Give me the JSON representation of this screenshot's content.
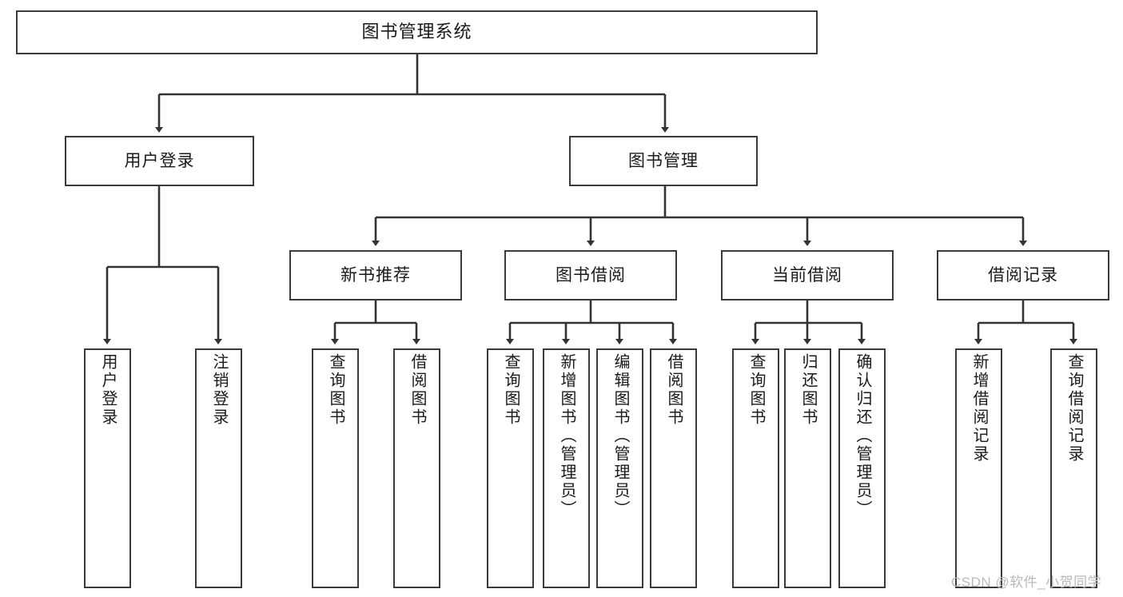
{
  "diagram": {
    "title": "图书管理系统",
    "type": "hierarchy-tree",
    "orientation": "top-down",
    "colors": {
      "box_border": "#3a3a3a",
      "box_fill": "#ffffff",
      "edge": "#333333",
      "text": "#1a1a1a",
      "watermark": "#b9b9b9",
      "background": "#ffffff"
    },
    "root": {
      "label": "图书管理系统"
    },
    "level2": [
      {
        "label": "用户登录"
      },
      {
        "label": "图书管理"
      }
    ],
    "level3": [
      {
        "label": "新书推荐"
      },
      {
        "label": "图书借阅"
      },
      {
        "label": "当前借阅"
      },
      {
        "label": "借阅记录"
      }
    ],
    "leaves": {
      "user_login": [
        {
          "label": "用户登录"
        },
        {
          "label": "注销登录"
        }
      ],
      "new_book_recommend": [
        {
          "label": "查询图书"
        },
        {
          "label": "借阅图书"
        }
      ],
      "book_borrow": [
        {
          "label": "查询图书"
        },
        {
          "label": "新增图书（管理员）"
        },
        {
          "label": "编辑图书（管理员）"
        },
        {
          "label": "借阅图书"
        }
      ],
      "current_borrow": [
        {
          "label": "查询图书"
        },
        {
          "label": "归还图书"
        },
        {
          "label": "确认归还（管理员）"
        }
      ],
      "borrow_record": [
        {
          "label": "新增借阅记录"
        },
        {
          "label": "查询借阅记录"
        }
      ]
    }
  },
  "watermark": {
    "text": "CSDN @软件_小贺同学"
  }
}
